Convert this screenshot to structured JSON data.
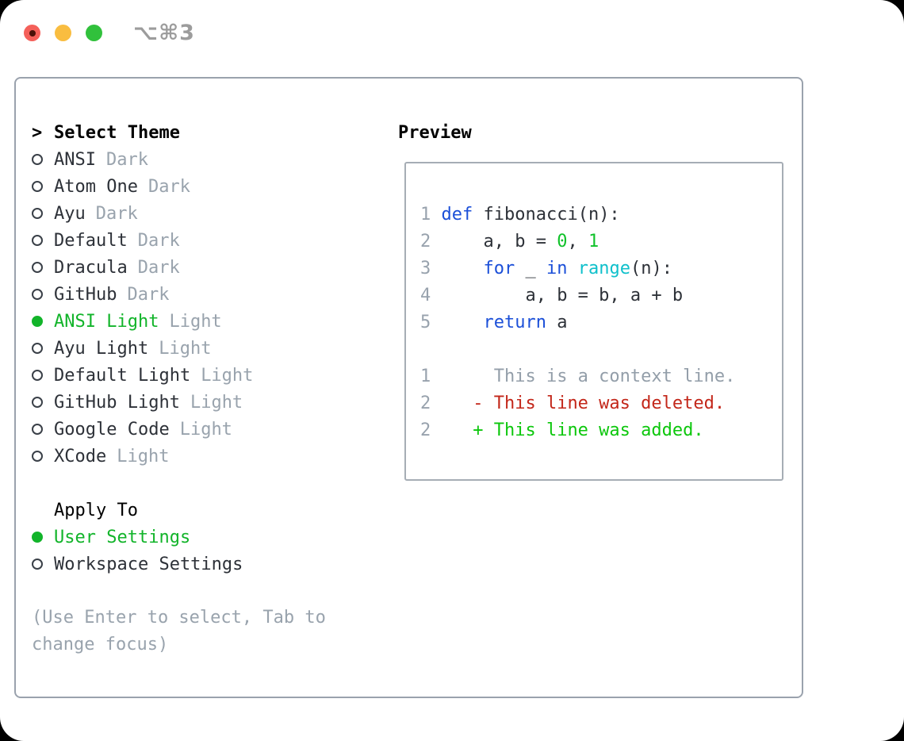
{
  "window": {
    "title": "⌥⌘3"
  },
  "colors": {
    "selection_green": "#12b42a",
    "keyword_blue": "#1b4fd8",
    "builtin_cyan": "#0fc0cb",
    "literal_green": "#10c22a",
    "deleted_red": "#c3271a",
    "added_green": "#0cc70c",
    "muted_gray": "#99a3ad",
    "text_dark": "#2d3138",
    "traffic_close": "#f4605a",
    "traffic_minimize": "#f9bd40",
    "traffic_zoom": "#31c13c"
  },
  "sidebar": {
    "prompt_marker": ">",
    "header": "Select Theme",
    "themes": [
      {
        "name": "ANSI",
        "variant": "Dark",
        "selected": false
      },
      {
        "name": "Atom One",
        "variant": "Dark",
        "selected": false
      },
      {
        "name": "Ayu",
        "variant": "Dark",
        "selected": false
      },
      {
        "name": "Default",
        "variant": "Dark",
        "selected": false
      },
      {
        "name": "Dracula",
        "variant": "Dark",
        "selected": false
      },
      {
        "name": "GitHub",
        "variant": "Dark",
        "selected": false
      },
      {
        "name": "ANSI Light",
        "variant": "Light",
        "selected": true
      },
      {
        "name": "Ayu Light",
        "variant": "Light",
        "selected": false
      },
      {
        "name": "Default Light",
        "variant": "Light",
        "selected": false
      },
      {
        "name": "GitHub Light",
        "variant": "Light",
        "selected": false
      },
      {
        "name": "Google Code",
        "variant": "Light",
        "selected": false
      },
      {
        "name": "XCode",
        "variant": "Light",
        "selected": false
      }
    ],
    "apply_to": {
      "header": "Apply To",
      "options": [
        {
          "label": "User Settings",
          "selected": true
        },
        {
          "label": "Workspace Settings",
          "selected": false
        }
      ]
    },
    "hint": "(Use Enter to select, Tab to change focus)"
  },
  "preview": {
    "header": "Preview",
    "lines": [
      {
        "segments": [
          {
            "text": "1 "
          },
          {
            "text": "def"
          },
          {
            "text": " fibonacci(n):"
          }
        ]
      },
      {
        "segments": [
          {
            "text": "2 "
          },
          {
            "text": "    a, b = "
          },
          {
            "text": "0"
          },
          {
            "text": ", "
          },
          {
            "text": "1"
          }
        ]
      },
      {
        "segments": [
          {
            "text": "3 "
          },
          {
            "text": "    "
          },
          {
            "text": "for"
          },
          {
            "text": " _ "
          },
          {
            "text": "in"
          },
          {
            "text": " "
          },
          {
            "text": "range"
          },
          {
            "text": "(n):"
          }
        ]
      },
      {
        "segments": [
          {
            "text": "4 "
          },
          {
            "text": "        a, b = b, a + b"
          }
        ]
      },
      {
        "segments": [
          {
            "text": "5 "
          },
          {
            "text": "    "
          },
          {
            "text": "return"
          },
          {
            "text": " a"
          }
        ]
      },
      {
        "segments": []
      },
      {
        "segments": [
          {
            "text": "1 "
          },
          {
            "text": "     This is a context line."
          }
        ]
      },
      {
        "segments": [
          {
            "text": "2 "
          },
          {
            "text": "   - This line was deleted."
          }
        ]
      },
      {
        "segments": [
          {
            "text": "2 "
          },
          {
            "text": "   + This line was added."
          }
        ]
      }
    ]
  }
}
